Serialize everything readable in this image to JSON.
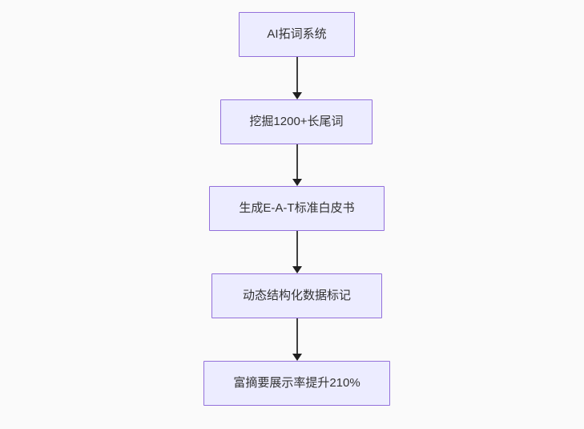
{
  "diagram": {
    "type": "flowchart",
    "direction": "top-down",
    "nodes": [
      {
        "id": "node-1",
        "label": "AI拓词系统"
      },
      {
        "id": "node-2",
        "label": "挖掘1200+长尾词"
      },
      {
        "id": "node-3",
        "label": "生成E-A-T标准白皮书"
      },
      {
        "id": "node-4",
        "label": "动态结构化数据标记"
      },
      {
        "id": "node-5",
        "label": "富摘要展示率提升210%"
      }
    ],
    "edges": [
      {
        "from": "node-1",
        "to": "node-2",
        "style": "arrow-down"
      },
      {
        "from": "node-2",
        "to": "node-3",
        "style": "arrow-down"
      },
      {
        "from": "node-3",
        "to": "node-4",
        "style": "arrow-down"
      },
      {
        "from": "node-4",
        "to": "node-5",
        "style": "arrow-down"
      }
    ]
  },
  "colors": {
    "background": "#fafafa",
    "node_fill": "#ECECFF",
    "node_border": "#9370DB",
    "edge": "#3f3f3f",
    "edge_head": "#1f1f1f",
    "text": "#333333"
  }
}
